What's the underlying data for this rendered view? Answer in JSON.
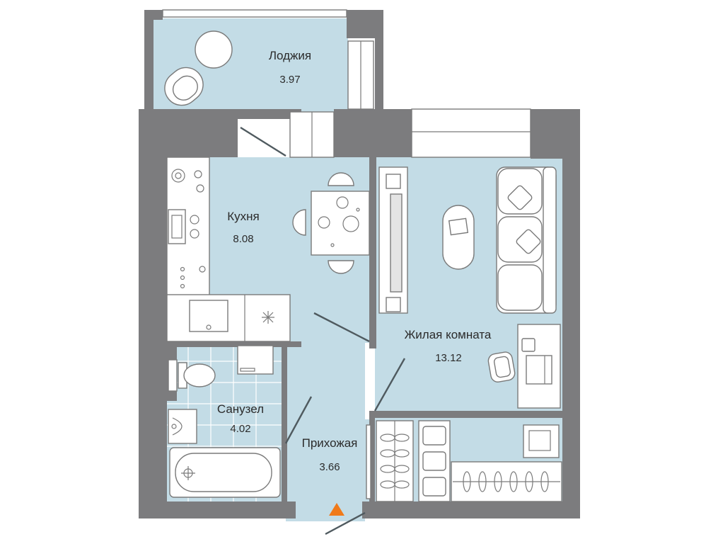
{
  "rooms": {
    "loggia": {
      "name": "Лоджия",
      "area": "3.97"
    },
    "kitchen": {
      "name": "Кухня",
      "area": "8.08"
    },
    "living": {
      "name": "Жилая комната",
      "area": "13.12"
    },
    "bathroom": {
      "name": "Санузел",
      "area": "4.02"
    },
    "hallway": {
      "name": "Прихожая",
      "area": "3.66"
    }
  },
  "colors": {
    "floor": "#c3dce6",
    "wall": "#7c7c7e",
    "furniture": "#ffffff",
    "entrance_marker": "#f07a1a"
  },
  "icons": [
    "entrance-arrow-icon"
  ]
}
